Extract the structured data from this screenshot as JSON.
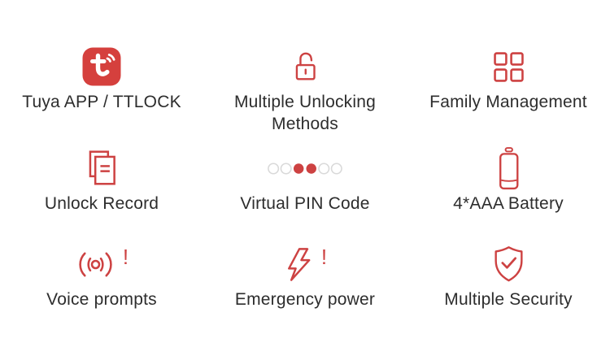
{
  "colors": {
    "accent_red": "#cd4242",
    "tuya_red": "#d5403d",
    "dot_gray": "#d9d9d9",
    "text": "#2d2d2d",
    "background": "#ffffff"
  },
  "features": [
    {
      "id": "tuya-app",
      "label": "Tuya APP / TTLOCK",
      "icon": "tuya-app-logo"
    },
    {
      "id": "unlock-methods",
      "label": "Multiple Unlocking Methods",
      "icon": "open-padlock"
    },
    {
      "id": "family",
      "label": "Family Management",
      "icon": "grid-2x2-squares"
    },
    {
      "id": "unlock-record",
      "label": "Unlock Record",
      "icon": "documents"
    },
    {
      "id": "virtual-pin",
      "label": "Virtual PIN Code",
      "icon": "pin-dots",
      "dots": {
        "count": 6,
        "filled": [
          3,
          4
        ]
      }
    },
    {
      "id": "battery",
      "label": "4*AAA Battery",
      "icon": "battery-low"
    },
    {
      "id": "voice-prompts",
      "label": "Voice prompts",
      "icon": "sound-waves",
      "badge": "!"
    },
    {
      "id": "emergency-power",
      "label": "Emergency power",
      "icon": "lightning-bolt",
      "badge": "!"
    },
    {
      "id": "security",
      "label": "Multiple Security",
      "icon": "shield-check"
    }
  ]
}
